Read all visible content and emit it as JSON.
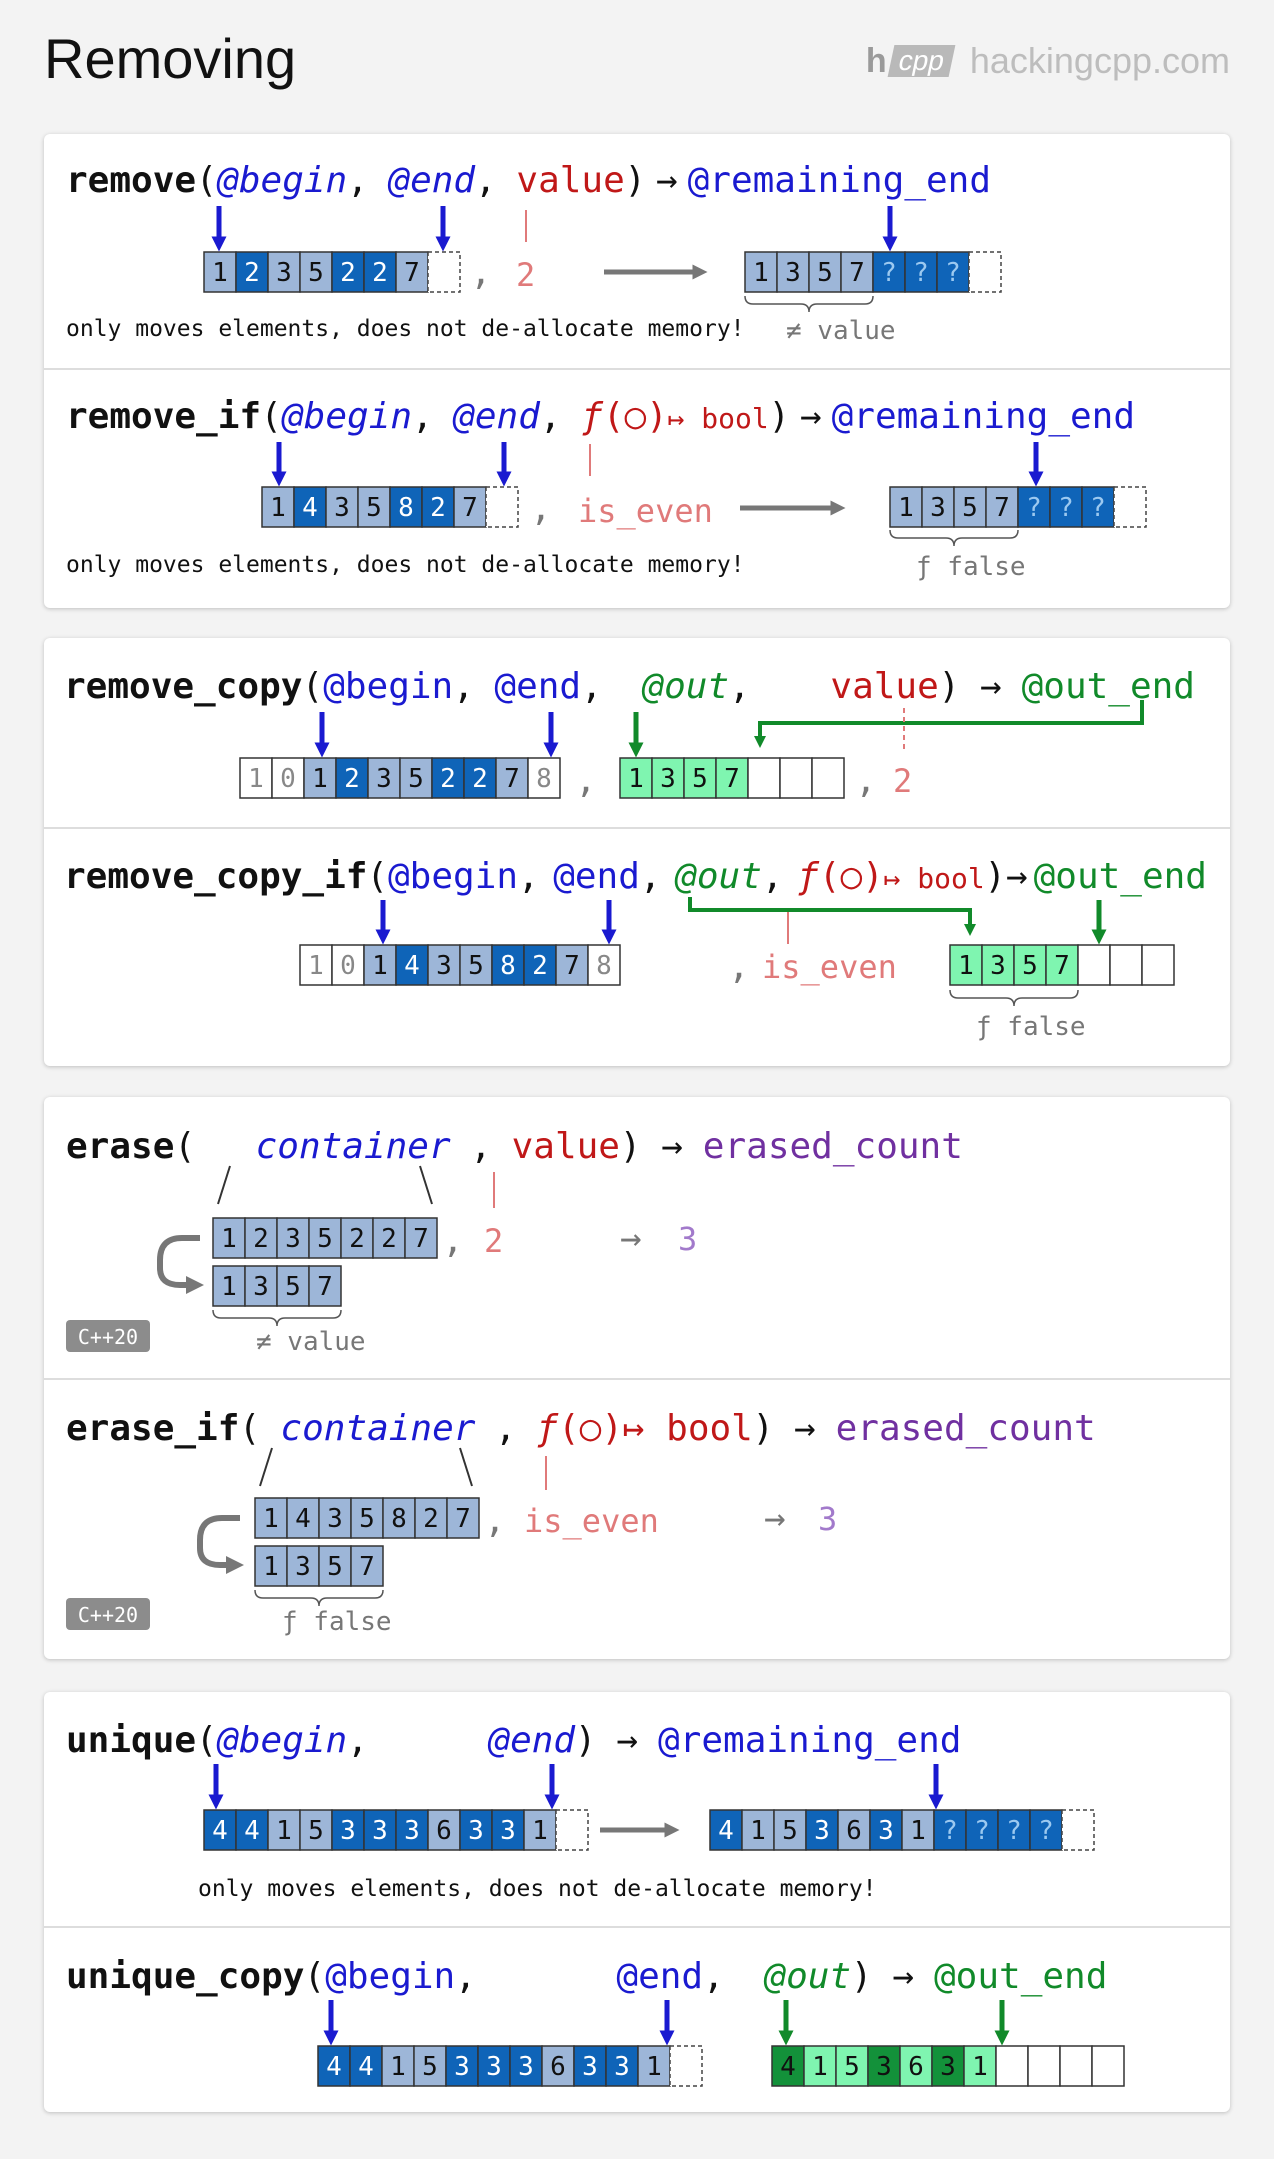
{
  "header": {
    "title": "Removing",
    "logo_h": "h",
    "logo_cpp": "cpp",
    "site": "hackingcpp.com"
  },
  "common": {
    "note": "only moves elements, does not de-allocate memory!",
    "not_value": "≠ value",
    "f_false": "ƒ false",
    "cpp20": "C++20",
    "comma": ",",
    "rparen": ")",
    "arrow": "→",
    "f": "ƒ",
    "circ_arg": "(○)",
    "maps_bool": "↦ bool",
    "q": "?"
  },
  "sections": {
    "remove": {
      "fn": "remove",
      "lparen": "(",
      "begin": "@begin",
      "end": "@end",
      "value": "value",
      "result": "@remaining_end",
      "arg": "2",
      "input": [
        1,
        2,
        3,
        5,
        2,
        2,
        7
      ],
      "input_removed": [
        false,
        true,
        false,
        false,
        true,
        true,
        false
      ],
      "output": [
        1,
        3,
        5,
        7
      ],
      "unknown": 3
    },
    "remove_if": {
      "fn": "remove_if",
      "lparen": "(",
      "begin": "@begin",
      "end": "@end",
      "result": "@remaining_end",
      "arg": "is_even",
      "input": [
        1,
        4,
        3,
        5,
        8,
        2,
        7
      ],
      "input_removed": [
        false,
        true,
        false,
        false,
        true,
        true,
        false
      ],
      "output": [
        1,
        3,
        5,
        7
      ],
      "unknown": 3
    },
    "remove_copy": {
      "fn": "remove_copy",
      "lparen": "(",
      "begin": "@begin",
      "end": "@end",
      "out": "@out",
      "value": "value",
      "result": "@out_end",
      "arg": "2",
      "input": [
        1,
        0,
        1,
        2,
        3,
        5,
        2,
        2,
        7,
        8
      ],
      "output": [
        1,
        3,
        5,
        7
      ],
      "empty_cells": 3
    },
    "remove_copy_if": {
      "fn": "remove_copy_if",
      "lparen": "(",
      "begin": "@begin",
      "end": "@end",
      "out": "@out",
      "result": "@out_end",
      "arg": "is_even",
      "input": [
        1,
        0,
        1,
        4,
        3,
        5,
        8,
        2,
        7,
        8
      ],
      "output": [
        1,
        3,
        5,
        7
      ],
      "empty_cells": 3
    },
    "erase": {
      "fn": "erase",
      "lparen": "(",
      "container": "container",
      "value": "value",
      "result": "erased_count",
      "arg": "2",
      "count": "3",
      "input": [
        1,
        2,
        3,
        5,
        2,
        2,
        7
      ],
      "output": [
        1,
        3,
        5,
        7
      ]
    },
    "erase_if": {
      "fn": "erase_if",
      "lparen": "(",
      "container": "container",
      "result": "erased_count",
      "arg": "is_even",
      "count": "3",
      "input": [
        1,
        4,
        3,
        5,
        8,
        2,
        7
      ],
      "output": [
        1,
        3,
        5,
        7
      ]
    },
    "unique": {
      "fn": "unique",
      "lparen": "(",
      "begin": "@begin",
      "end": "@end",
      "result": "@remaining_end",
      "input": [
        4,
        4,
        1,
        5,
        3,
        3,
        3,
        6,
        3,
        3,
        1
      ],
      "output": [
        4,
        1,
        5,
        3,
        6,
        3,
        1
      ],
      "unknown": 4
    },
    "unique_copy": {
      "fn": "unique_copy",
      "lparen": "(",
      "begin": "@begin",
      "end": "@end",
      "out": "@out",
      "result": "@out_end",
      "input": [
        4,
        4,
        1,
        5,
        3,
        3,
        3,
        6,
        3,
        3,
        1
      ],
      "output": [
        4,
        1,
        5,
        3,
        6,
        3,
        1
      ],
      "empty_cells": 4
    }
  },
  "colors": {
    "fn": "#111111",
    "iter": "#1a1ad0",
    "value": "#c01818",
    "value_light": "#e07a7a",
    "green": "#118a2a",
    "purple": "#7030a0",
    "gray": "#777777",
    "cell_light": "#9db6d8",
    "cell_dark": "#0f64b8",
    "green_light": "#7ff5b0",
    "green_dark": "#13913a"
  }
}
